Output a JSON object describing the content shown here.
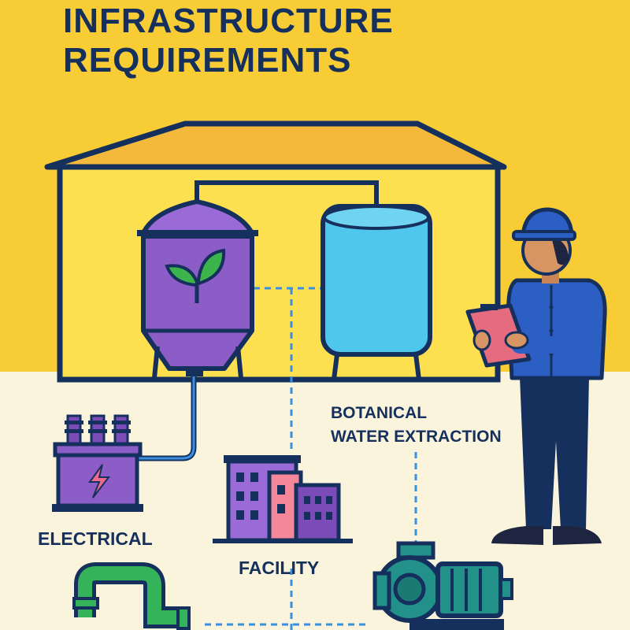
{
  "title": {
    "line1": "INFRASTRUCTURE",
    "line2": "REQUIREMENTS"
  },
  "labels": {
    "botanical_line1": "BOTANICAL",
    "botanical_line2": "WATER EXTRACTION",
    "electrical": "ELECTRICAL",
    "facility": "FACILITY"
  },
  "colors": {
    "background_top": "#f7cc34",
    "background_bottom": "#fbf4dd",
    "outline": "#16305e",
    "extractor_tank": "#8c5cc7",
    "water_tank": "#4fc6ec",
    "pipe_blue": "#3b8fe0",
    "pump_teal": "#22918a",
    "bend_pipe_green": "#35b35a",
    "worker_shirt": "#2c5fc4",
    "clipboard": "#e56b7e"
  },
  "icons": [
    "leaf-icon",
    "lightning-bolt-icon",
    "hard-hat-icon"
  ]
}
